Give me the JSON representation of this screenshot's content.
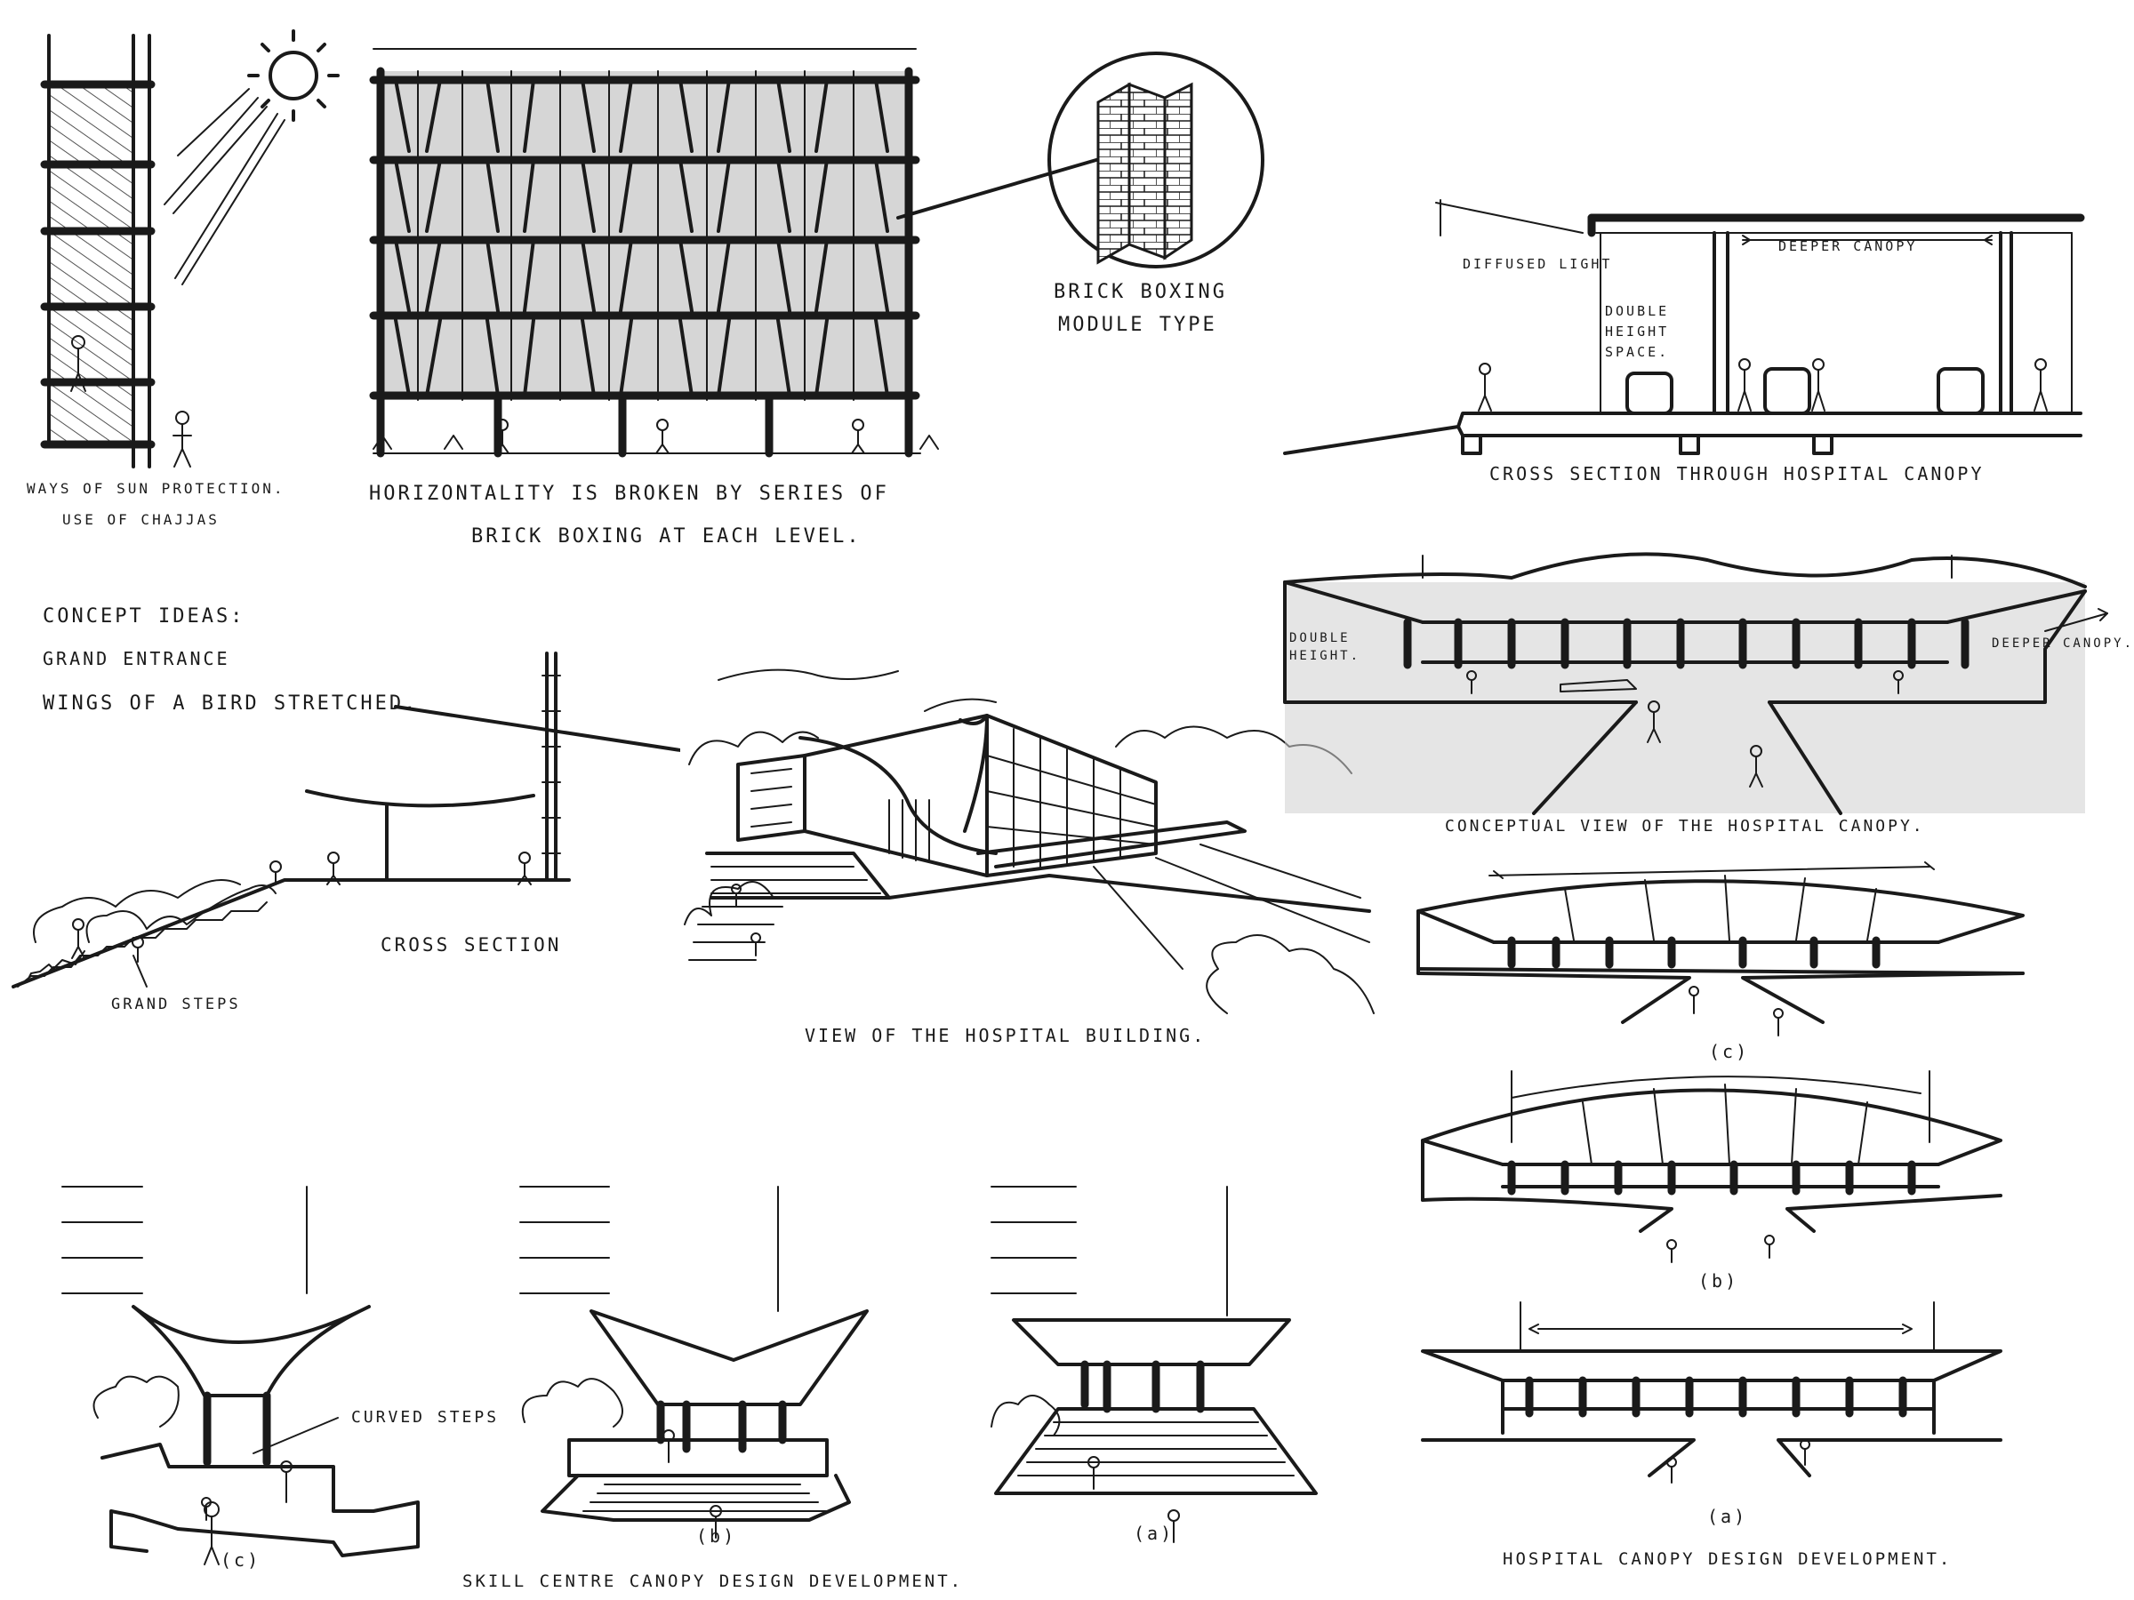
{
  "colors": {
    "ink": "#1a1a1a",
    "paper": "#ffffff",
    "shade": "#8f8f8f"
  },
  "sheet": {
    "sun_protection": {
      "line1": "WAYS OF SUN PROTECTION.",
      "line2": "USE OF CHAJJAS"
    },
    "facade": {
      "caption_line1": "HORIZONTALITY IS BROKEN BY SERIES OF",
      "caption_line2": "BRICK BOXING AT EACH LEVEL."
    },
    "brick_module": {
      "line1": "BRICK BOXING",
      "line2": "MODULE TYPE"
    },
    "canopy_section": {
      "diffused_light": "DIFFUSED LIGHT",
      "deeper_canopy": "DEEPER CANOPY",
      "double_height_1": "DOUBLE",
      "double_height_2": "HEIGHT",
      "double_height_3": "SPACE.",
      "caption": "CROSS SECTION THROUGH HOSPITAL CANOPY"
    },
    "concept": {
      "line1": "CONCEPT IDEAS:",
      "line2": "GRAND ENTRANCE",
      "line3": "WINGS OF A BIRD STRETCHED."
    },
    "entrance_section": {
      "grand_steps": "GRAND STEPS",
      "cross_section": "CROSS SECTION"
    },
    "hospital_view": {
      "caption": "VIEW OF THE HOSPITAL BUILDING."
    },
    "conceptual_view": {
      "double_1": "DOUBLE",
      "double_2": "HEIGHT.",
      "deeper_canopy": "DEEPER CANOPY.",
      "caption": "CONCEPTUAL VIEW OF THE HOSPITAL CANOPY."
    },
    "hospital_dev": {
      "label_c": "(c)",
      "label_b": "(b)",
      "label_a": "(a)",
      "caption": "HOSPITAL CANOPY DESIGN DEVELOPMENT."
    },
    "skill_centre": {
      "curved_steps": "CURVED STEPS",
      "label_c": "(c)",
      "label_b": "(b)",
      "label_a": "(a)",
      "caption": "SKILL CENTRE CANOPY DESIGN DEVELOPMENT."
    }
  }
}
